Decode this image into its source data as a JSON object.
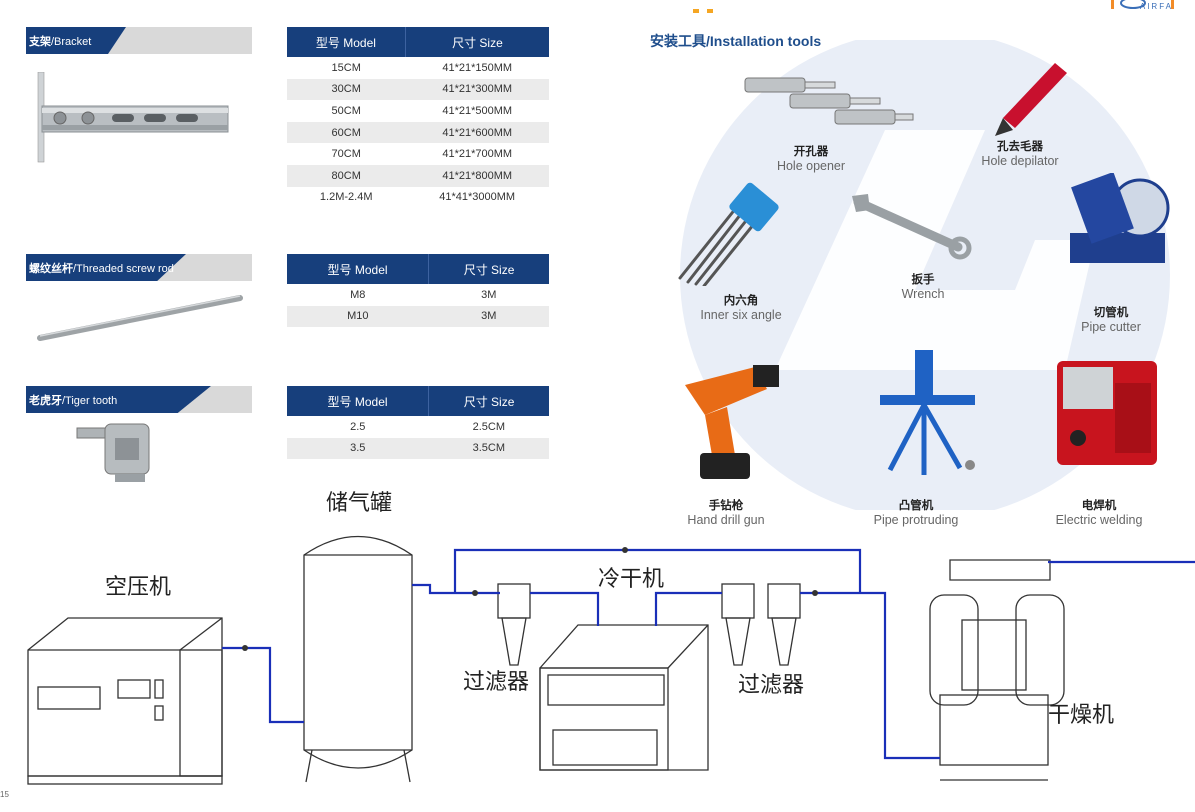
{
  "header": {
    "logo_text": "AIRFA"
  },
  "page_number": "15",
  "bracket": {
    "section_cn": "支架",
    "section_en": "/Bracket",
    "columns": [
      "型号 Model",
      "尺寸 Size"
    ],
    "rows": [
      [
        "15CM",
        "41*21*150MM"
      ],
      [
        "30CM",
        "41*21*300MM"
      ],
      [
        "50CM",
        "41*21*500MM"
      ],
      [
        "60CM",
        "41*21*600MM"
      ],
      [
        "70CM",
        "41*21*700MM"
      ],
      [
        "80CM",
        "41*21*800MM"
      ],
      [
        "1.2M-2.4M",
        "41*41*3000MM"
      ]
    ]
  },
  "screw_rod": {
    "section_cn": "螺纹丝杆",
    "section_en": "/Threaded screw rod",
    "columns": [
      "型号 Model",
      "尺寸 Size"
    ],
    "rows": [
      [
        "M8",
        "3M"
      ],
      [
        "M10",
        "3M"
      ]
    ]
  },
  "tiger_tooth": {
    "section_cn": "老虎牙",
    "section_en": "/Tiger tooth",
    "columns": [
      "型号 Model",
      "尺寸 Size"
    ],
    "rows": [
      [
        "2.5",
        "2.5CM"
      ],
      [
        "3.5",
        "3.5CM"
      ]
    ]
  },
  "tools": {
    "title_cn": "安装工具",
    "title_en": "/Installation tools",
    "items": [
      {
        "cn": "开孔器",
        "en": "Hole opener"
      },
      {
        "cn": "孔去毛器",
        "en": "Hole depilator"
      },
      {
        "cn": "内六角",
        "en": "Inner six angle"
      },
      {
        "cn": "扳手",
        "en": "Wrench"
      },
      {
        "cn": "切管机",
        "en": "Pipe cutter"
      },
      {
        "cn": "手钻枪",
        "en": "Hand drill gun"
      },
      {
        "cn": "凸管机",
        "en": "Pipe protruding"
      },
      {
        "cn": "电焊机",
        "en": "Electric welding"
      }
    ]
  },
  "diagram": {
    "compressor": "空压机",
    "tank": "储气罐",
    "refrigerated_dryer": "冷干机",
    "filter_left": "过滤器",
    "filter_right": "过滤器",
    "desiccant_dryer": "干燥机"
  }
}
